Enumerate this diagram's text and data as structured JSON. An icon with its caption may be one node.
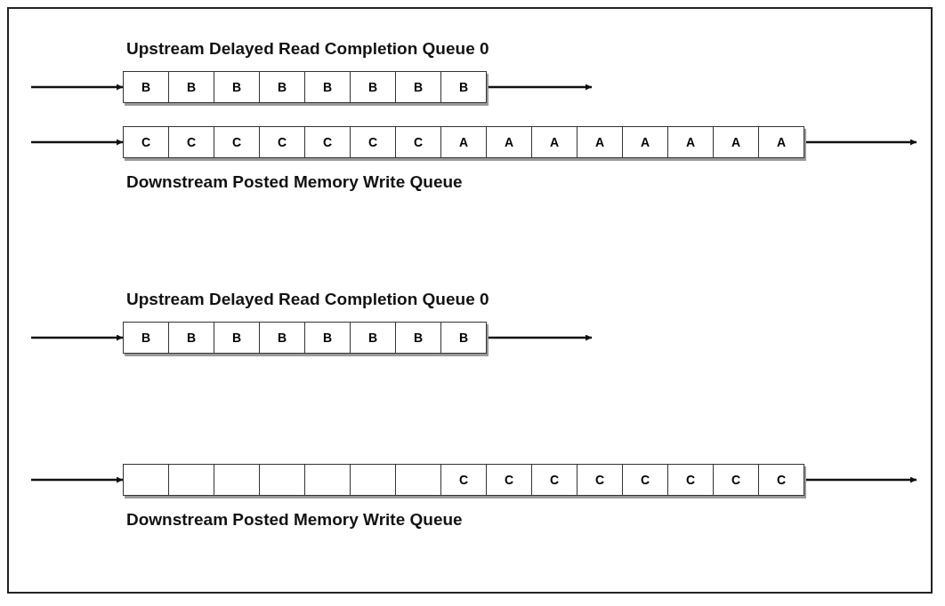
{
  "diagram": {
    "nodes": [
      {
        "text": [
          "Upstream Delayed Read Completion Queue 0"
        ]
      },
      {
        "text": [
          "B"
        ],
        "in": 0
      },
      {
        "text": [
          "B"
        ],
        "in": 0
      },
      {
        "text": [
          "B"
        ],
        "in": 0
      },
      {
        "text": [
          "B"
        ],
        "in": 0
      },
      {
        "text": [
          "B"
        ],
        "in": 0
      },
      {
        "text": [
          "B"
        ],
        "in": 0
      },
      {
        "text": [
          "B"
        ],
        "in": 0
      },
      {
        "text": [
          "B"
        ],
        "in": 0
      },
      {
        "text": [
          "Downstream Posted Memory Write Queue"
        ]
      },
      {
        "text": [
          "C"
        ],
        "in": 9
      },
      {
        "text": [
          "C"
        ],
        "in": 9
      },
      {
        "text": [
          "C"
        ],
        "in": 9
      },
      {
        "text": [
          "C"
        ],
        "in": 9
      },
      {
        "text": [
          "C"
        ],
        "in": 9
      },
      {
        "text": [
          "C"
        ],
        "in": 9
      },
      {
        "text": [
          "C"
        ],
        "in": 9
      },
      {
        "text": [
          "A"
        ],
        "in": 9
      },
      {
        "text": [
          "A"
        ],
        "in": 9
      },
      {
        "text": [
          "A"
        ],
        "in": 9
      },
      {
        "text": [
          "A"
        ],
        "in": 9
      },
      {
        "text": [
          "A"
        ],
        "in": 9
      },
      {
        "text": [
          "A"
        ],
        "in": 9
      },
      {
        "text": [
          "A"
        ],
        "in": 9
      },
      {
        "text": [
          "A"
        ],
        "in": 9
      },
      {
        "text": [
          "Upstream Delayed Read Completion Queue 0"
        ]
      },
      {
        "text": [
          "B"
        ],
        "in": 25
      },
      {
        "text": [
          "B"
        ],
        "in": 25
      },
      {
        "text": [
          "B"
        ],
        "in": 25
      },
      {
        "text": [
          "B"
        ],
        "in": 25
      },
      {
        "text": [
          "B"
        ],
        "in": 25
      },
      {
        "text": [
          "B"
        ],
        "in": 25
      },
      {
        "text": [
          "B"
        ],
        "in": 25
      },
      {
        "text": [
          "B"
        ],
        "in": 25
      },
      {
        "text": [
          "Downstream Posted Memory Write Queue"
        ]
      },
      {
        "text": [],
        "shape": "box",
        "in": 34
      },
      {
        "text": [],
        "shape": "box",
        "in": 34
      },
      {
        "text": [],
        "shape": "box",
        "in": 34
      },
      {
        "text": [],
        "shape": "box",
        "in": 34
      },
      {
        "text": [],
        "shape": "box",
        "in": 34
      },
      {
        "text": [],
        "shape": "box",
        "in": 34
      },
      {
        "text": [],
        "shape": "box",
        "in": 34
      },
      {
        "text": [
          "C"
        ],
        "in": 34
      },
      {
        "text": [
          "C"
        ],
        "in": 34
      },
      {
        "text": [
          "C"
        ],
        "in": 34
      },
      {
        "text": [
          "C"
        ],
        "in": 34
      },
      {
        "text": [
          "C"
        ],
        "in": 34
      },
      {
        "text": [
          "C"
        ],
        "in": 34
      },
      {
        "text": [
          "C"
        ],
        "in": 34
      },
      {
        "text": [
          "C"
        ],
        "in": 34
      }
    ],
    "edges": [
      {
        "from": null,
        "to": 0,
        "arrow": "to"
      },
      {
        "from": 0,
        "to": null,
        "arrow": "to"
      },
      {
        "from": null,
        "to": 9,
        "arrow": "to"
      },
      {
        "from": 9,
        "to": null,
        "arrow": "to"
      },
      {
        "from": null,
        "to": 25,
        "arrow": "to"
      },
      {
        "from": 25,
        "to": null,
        "arrow": "to"
      },
      {
        "from": null,
        "to": 34,
        "arrow": "to"
      },
      {
        "from": 34,
        "to": null,
        "arrow": "to"
      }
    ]
  }
}
